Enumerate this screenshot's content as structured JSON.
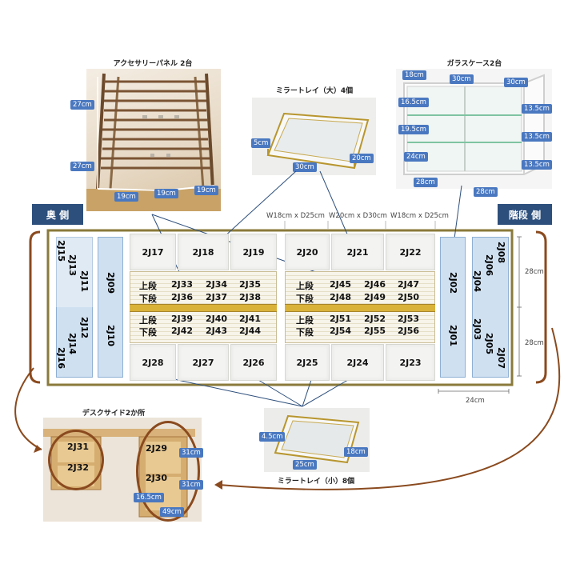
{
  "side_labels": {
    "back": "奥 側",
    "stairs": "階段 側"
  },
  "accessory_panel": {
    "caption": "アクセサリーパネル 2台",
    "dims": [
      "27cm",
      "27cm",
      "19cm",
      "19cm",
      "19cm"
    ]
  },
  "mirror_tray_large": {
    "caption": "ミラートレイ（大）4個",
    "dims": [
      "5cm",
      "30cm",
      "20cm"
    ]
  },
  "glass_case": {
    "caption": "ガラスケース2台",
    "dims": [
      "18cm",
      "30cm",
      "30cm",
      "16.5cm",
      "13.5cm",
      "19.5cm",
      "13.5cm",
      "24cm",
      "13.5cm",
      "28cm",
      "28cm"
    ]
  },
  "tray_sizes": [
    "W18cm x D25cm",
    "W20cm x D30cm",
    "W18cm x D25cm"
  ],
  "left_cases": {
    "outer": [
      "2J15",
      "2J13",
      "2J11",
      "2J12",
      "2J14",
      "2J16"
    ],
    "tall": [
      "2J09",
      "2J10"
    ]
  },
  "top_row": [
    "2J17",
    "2J18",
    "2J19",
    "2J20",
    "2J21",
    "2J22"
  ],
  "bottom_row": [
    "2J28",
    "2J27",
    "2J26",
    "2J25",
    "2J24",
    "2J23"
  ],
  "left_panel": {
    "upper": {
      "upper_label": "上段",
      "lower_label": "下段",
      "upper": [
        "2J33",
        "2J34",
        "2J35"
      ],
      "lower": [
        "2J36",
        "2J37",
        "2J38"
      ]
    },
    "lower": {
      "upper_label": "上段",
      "lower_label": "下段",
      "upper": [
        "2J39",
        "2J40",
        "2J41"
      ],
      "lower": [
        "2J42",
        "2J43",
        "2J44"
      ]
    }
  },
  "right_panel": {
    "upper": {
      "upper_label": "上段",
      "lower_label": "下段",
      "upper": [
        "2J45",
        "2J46",
        "2J47"
      ],
      "lower": [
        "2J48",
        "2J49",
        "2J50"
      ]
    },
    "lower": {
      "upper_label": "上段",
      "lower_label": "下段",
      "upper": [
        "2J51",
        "2J52",
        "2J53"
      ],
      "lower": [
        "2J54",
        "2J55",
        "2J56"
      ]
    }
  },
  "right_cases": {
    "tall": [
      "2J02",
      "2J01"
    ],
    "outer": [
      "2J04",
      "2J06",
      "2J08",
      "2J03",
      "2J05",
      "2J07"
    ]
  },
  "right_dims": [
    "28cm",
    "28cm",
    "24cm"
  ],
  "desk_side": {
    "caption": "デスクサイド2か所",
    "cells": [
      "2J31",
      "2J32",
      "2J29",
      "2J30"
    ],
    "dims": [
      "31cm",
      "31cm",
      "16.5cm",
      "49cm"
    ]
  },
  "mirror_tray_small": {
    "caption": "ミラートレイ（小）8個",
    "dims": [
      "4.5cm",
      "25cm",
      "18cm"
    ]
  },
  "colors": {
    "accent_blue": "#4a78c0",
    "label_navy": "#2d4f7c",
    "brown": "#8a4a1e",
    "gold": "#b8962e"
  }
}
